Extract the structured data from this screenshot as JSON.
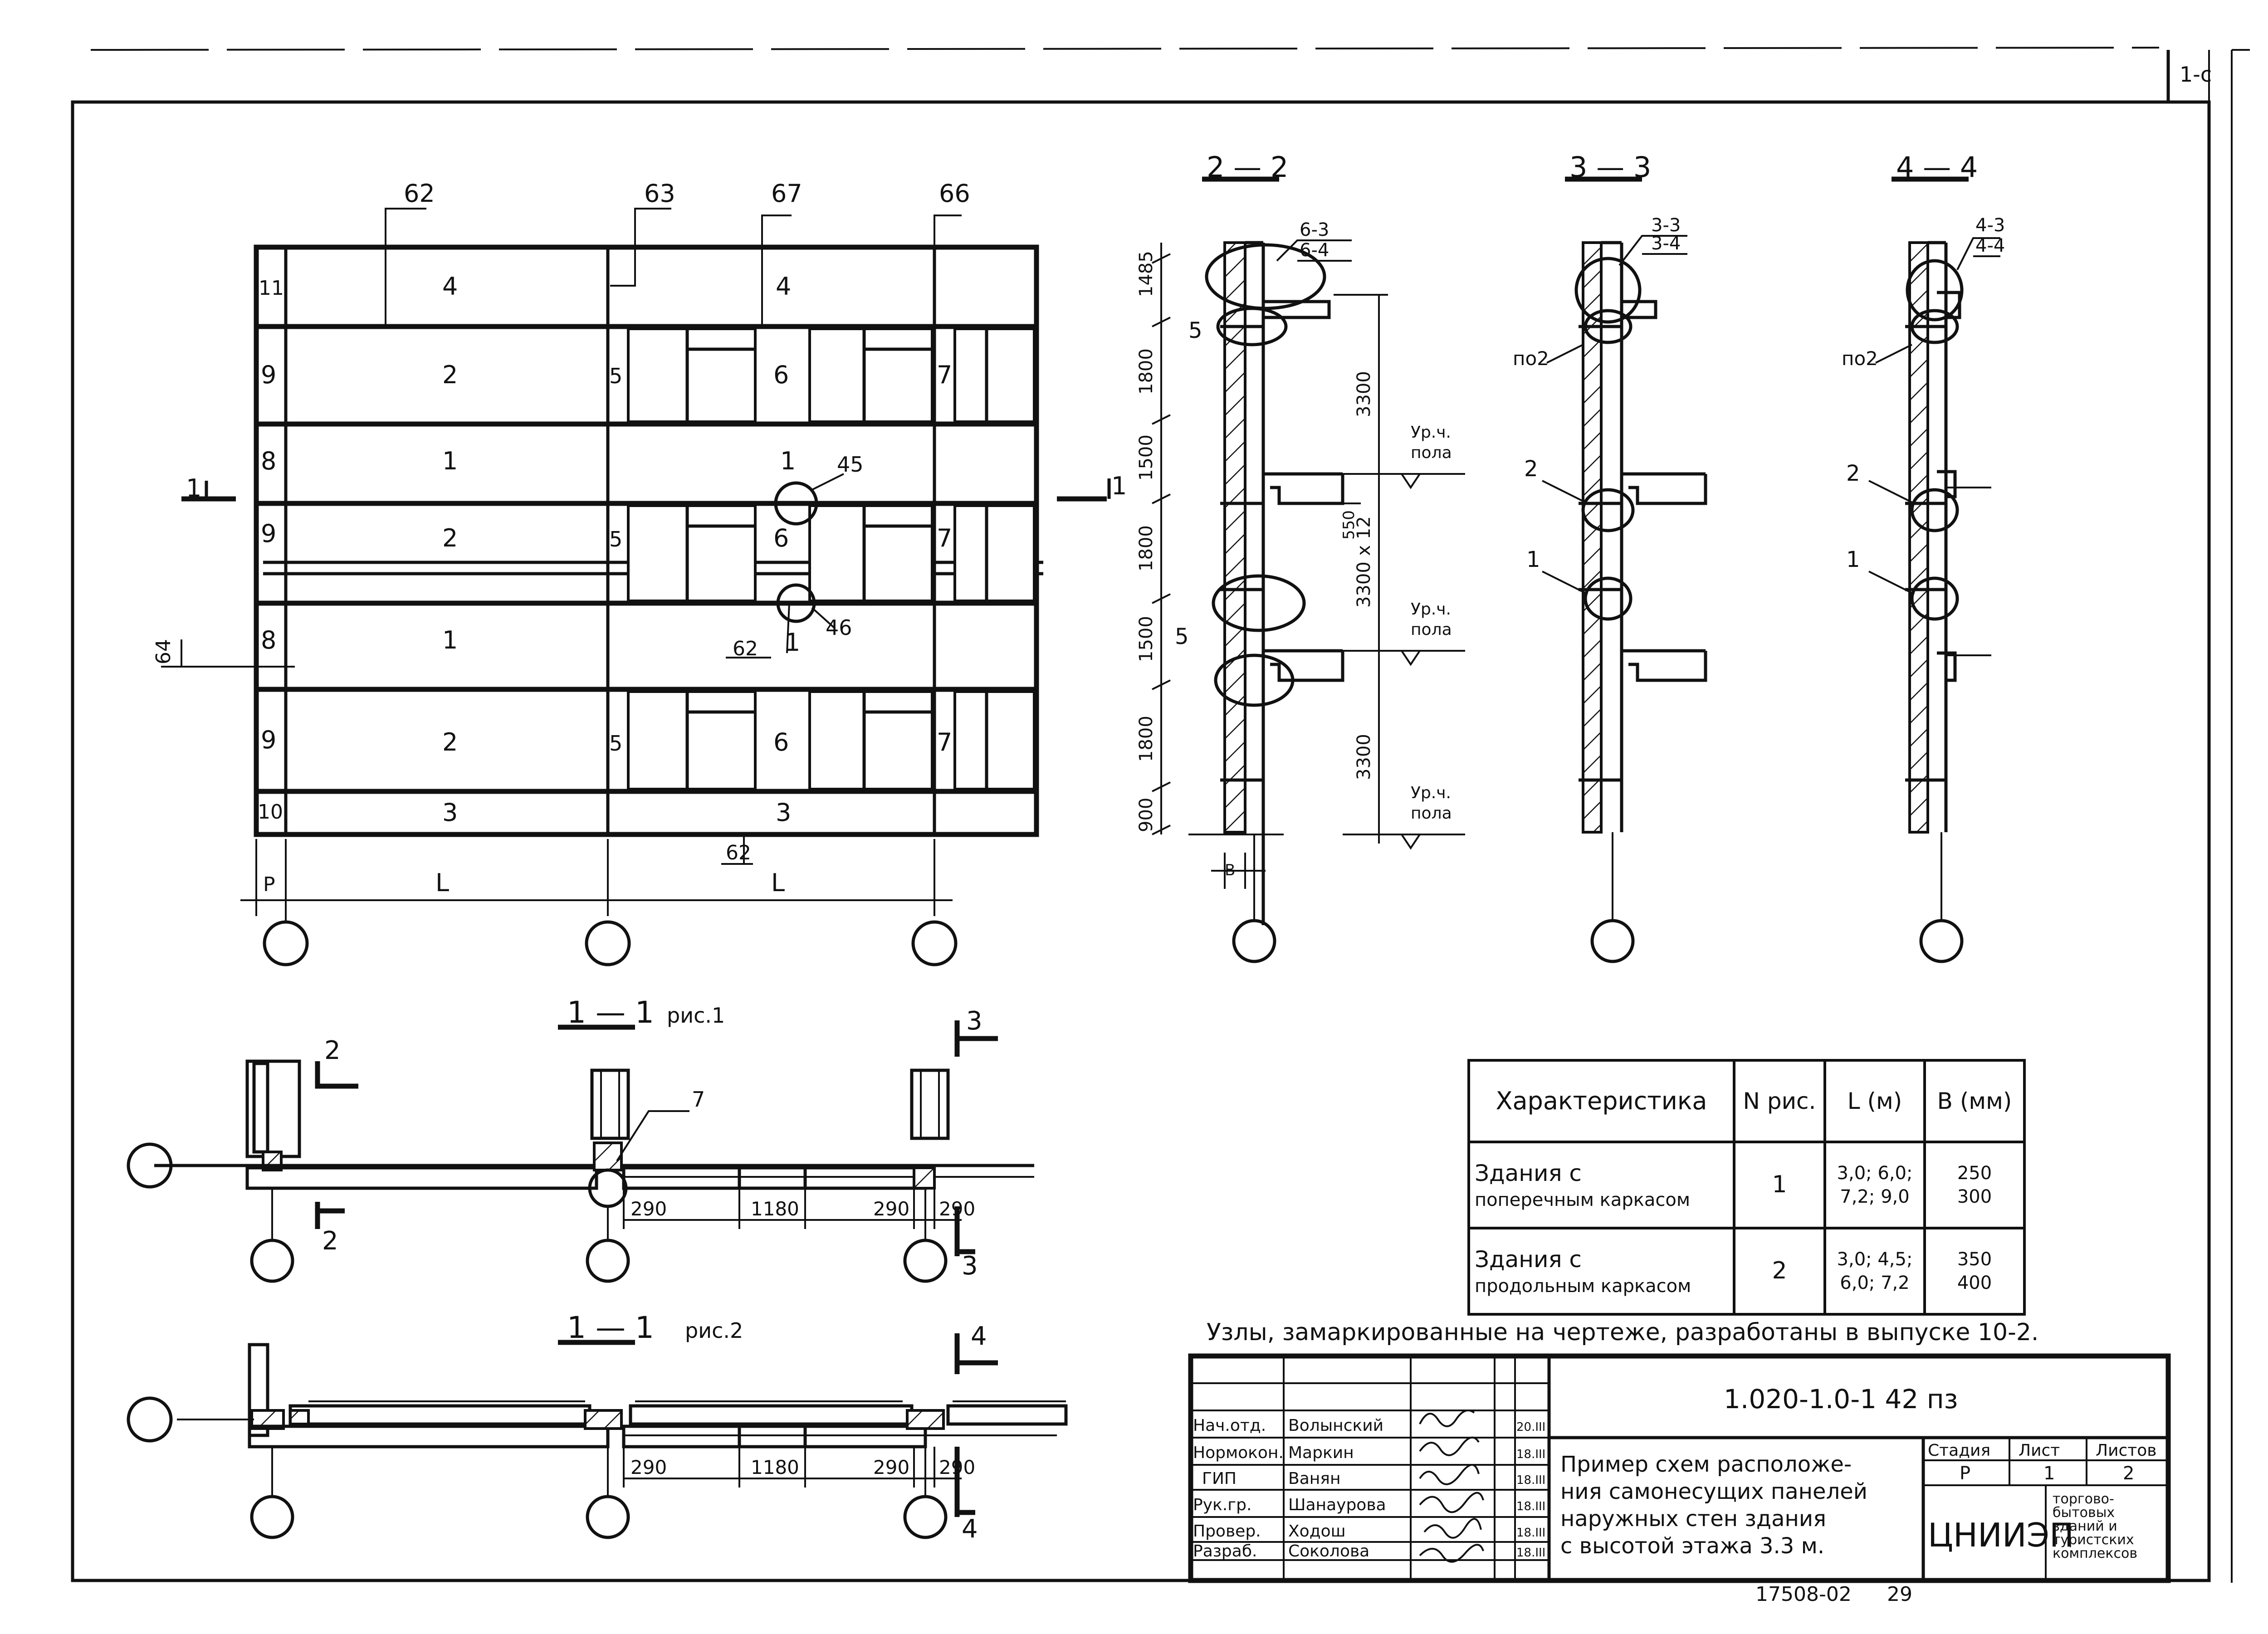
{
  "corner_tag": "1-с",
  "sections": {
    "s22": "2 — 2",
    "s33": "3 — 3",
    "s44": "4 — 4",
    "plan1": "1 — 1",
    "plan1_fig": "рис.1",
    "plan2": "1 — 1",
    "plan2_fig": "рис.2"
  },
  "elevation": {
    "leaders": [
      "62",
      "63",
      "67",
      "66"
    ],
    "row_codes": [
      "11",
      "9",
      "8",
      "9",
      "8",
      "9",
      "10"
    ],
    "left_panel_labels": [
      "4",
      "2",
      "1",
      "2",
      "1",
      "2",
      "3"
    ],
    "mid_panel_labels": [
      "4",
      "6",
      "1",
      "6",
      "1",
      "6",
      "3"
    ],
    "pier_left": "5",
    "pier_right": "7",
    "node45": "45",
    "node46": "46",
    "label62_mid": "62",
    "label62_bot": "62",
    "label64": "64",
    "dim_p": "Р",
    "dim_L1": "L",
    "dim_L2": "L",
    "cut_mark": "1"
  },
  "section22": {
    "tag_top1": "6-3",
    "tag_top2": "6-4",
    "label5a": "5",
    "label5b": "5",
    "label_B": "В",
    "dims_left": [
      "1485",
      "1800",
      "1500",
      "1800",
      "1500",
      "1800",
      "900"
    ],
    "dims_right": [
      "3300",
      "550",
      "3300 x 12",
      "3300"
    ],
    "floor_label": "Ур.ч.",
    "floor_sub": "пола"
  },
  "section33": {
    "tag_top1": "3-3",
    "tag_top2": "3-4",
    "label_no2": "по2",
    "label2": "2",
    "label1": "1"
  },
  "section44": {
    "tag_top1": "4-3",
    "tag_top2": "4-4",
    "label_no2": "по2",
    "label2": "2",
    "label1": "1"
  },
  "plans": {
    "cut2": "2",
    "cut3": "3",
    "cut4": "4",
    "label7": "7",
    "dim290": "290",
    "dim1180": "1180"
  },
  "table": {
    "headers": [
      "Характеристика",
      "N рис.",
      "L (м)",
      "В (мм)"
    ],
    "rows": [
      {
        "name_a": "Здания с",
        "name_b": "поперечным каркасом",
        "fig": "1",
        "L_a": "3,0; 6,0;",
        "L_b": "7,2; 9,0",
        "B_a": "250",
        "B_b": "300"
      },
      {
        "name_a": "Здания с",
        "name_b": "продольным каркасом",
        "fig": "2",
        "L_a": "3,0; 4,5;",
        "L_b": "6,0; 7,2",
        "B_a": "350",
        "B_b": "400"
      }
    ]
  },
  "note": "Узлы, замаркированные на чертеже, разработаны в выпуске 10-2.",
  "stamp": {
    "code": "1.020-1.0-1  42 пз",
    "title_lines": [
      "Пример схем расположе-",
      "ния самонесущих панелей",
      "наружных стен здания",
      "с высотой этажа 3.3 м."
    ],
    "stage_hdr": "Стадия",
    "sheet_hdr": "Лист",
    "sheets_hdr": "Листов",
    "stage": "Р",
    "sheet": "1",
    "sheets": "2",
    "org": "ЦНИИЭП",
    "org_sub": [
      "торгово-",
      "бытовых",
      "зданий и",
      "туристских",
      "комплексов"
    ],
    "people": [
      {
        "role": "Нач.отд.",
        "name": "Волынский",
        "date": "20.III"
      },
      {
        "role": "Нормокон.",
        "name": "Маркин",
        "date": "18.III"
      },
      {
        "role": "ГИП",
        "name": "Ванян",
        "date": "18.III"
      },
      {
        "role": "Рук.гр.",
        "name": "Шанаурова",
        "date": "18.III"
      },
      {
        "role": "Провер.",
        "name": "Ходош",
        "date": "18.III"
      },
      {
        "role": "Разраб.",
        "name": "Соколова",
        "date": "18.III"
      }
    ],
    "footer_num": "17508-02",
    "footer_page": "29"
  }
}
